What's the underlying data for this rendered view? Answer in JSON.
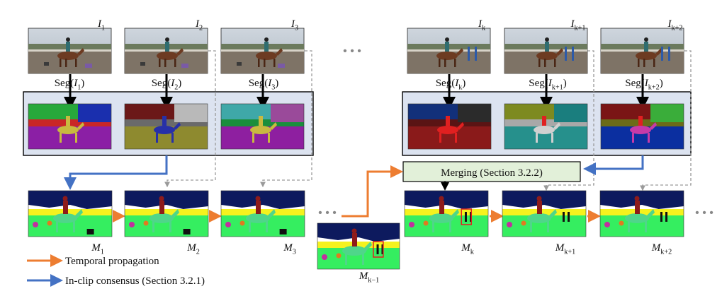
{
  "frames": [
    {
      "id": "I1",
      "letter": "I",
      "sub": "1"
    },
    {
      "id": "I2",
      "letter": "I",
      "sub": "2"
    },
    {
      "id": "I3",
      "letter": "I",
      "sub": "3"
    },
    {
      "id": "Ik",
      "letter": "I",
      "sub": "k"
    },
    {
      "id": "Ik1",
      "letter": "I",
      "sub": "k+1"
    },
    {
      "id": "Ik2",
      "letter": "I",
      "sub": "k+2"
    }
  ],
  "seg_labels": [
    {
      "pre": "Seg(",
      "letter": "I",
      "sub": "1",
      "post": ")"
    },
    {
      "pre": "Seg(",
      "letter": "I",
      "sub": "2",
      "post": ")"
    },
    {
      "pre": "Seg(",
      "letter": "I",
      "sub": "3",
      "post": ")"
    },
    {
      "pre": "Seg(",
      "letter": "I",
      "sub": "k",
      "post": ")"
    },
    {
      "pre": "Seg(",
      "letter": "I",
      "sub": "k+1",
      "post": ")"
    },
    {
      "pre": "Seg(",
      "letter": "I",
      "sub": "k+2",
      "post": ")"
    }
  ],
  "masks": [
    {
      "id": "M1",
      "letter": "M",
      "sub": "1"
    },
    {
      "id": "M2",
      "letter": "M",
      "sub": "2"
    },
    {
      "id": "M3",
      "letter": "M",
      "sub": "3"
    },
    {
      "id": "Mk-1",
      "letter": "M",
      "sub": "k−1"
    },
    {
      "id": "Mk",
      "letter": "M",
      "sub": "k"
    },
    {
      "id": "Mk1",
      "letter": "M",
      "sub": "k+1"
    },
    {
      "id": "Mk2",
      "letter": "M",
      "sub": "k+2"
    }
  ],
  "merging_label": "Merging (Section 3.2.2)",
  "legend": {
    "temporal": "Temporal propagation",
    "consensus": "In-clip consensus (Section 3.2.1)"
  },
  "ellipsis": "• • •",
  "colors": {
    "orange": "#ED7D31",
    "blue": "#4472C4",
    "panel_fill": "#DCE3F0",
    "merging_fill": "#E2F0D9",
    "mask_navy": "#0D1A5E",
    "mask_cyan": "#3EE8C2",
    "mask_yellow": "#F5F21E",
    "mask_green": "#35EE60",
    "horse_green": "#4FD68A",
    "rider_red": "#8E1B1B"
  }
}
